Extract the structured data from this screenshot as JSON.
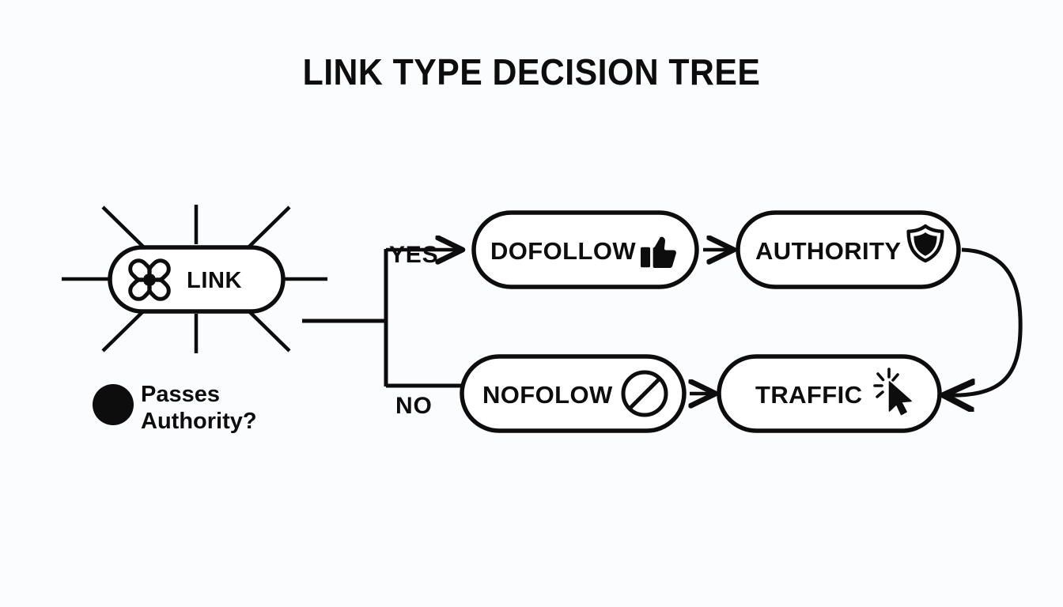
{
  "page": {
    "background_color": "#fbfcfd",
    "ink_color": "#0d0d0d",
    "title": "LINK TYPE DECISION TREE"
  },
  "diagram": {
    "type": "decision-tree",
    "root": {
      "id": "link",
      "label": "LINK",
      "icon": "chain-link-icon",
      "shape": "pill",
      "decoration": "sunburst-rays"
    },
    "question": {
      "icon": "question-mark-circle-icon",
      "line1": "Passes",
      "line2": "Authority?",
      "full_text": "Passes Authority?"
    },
    "branches": [
      {
        "id": "yes-branch",
        "label": "YES",
        "target": "dofollow"
      },
      {
        "id": "no-branch",
        "label": "NO",
        "target": "nofolow"
      }
    ],
    "nodes": [
      {
        "id": "dofollow",
        "label": "DOFOLLOW",
        "icon": "thumbs-up-icon",
        "shape": "pill",
        "row": "top"
      },
      {
        "id": "authority",
        "label": "AUTHORITY",
        "icon": "shield-icon",
        "shape": "pill",
        "row": "top"
      },
      {
        "id": "nofolow",
        "label": "NOFOLOW",
        "icon": "prohibited-icon",
        "shape": "pill",
        "row": "bottom"
      },
      {
        "id": "traffic",
        "label": "TRAFFIC",
        "icon": "click-cursor-icon",
        "shape": "pill",
        "row": "bottom"
      }
    ],
    "edges": [
      {
        "id": "edge-dofollow-authority",
        "from": "dofollow",
        "to": "authority",
        "style": "straight-arrow"
      },
      {
        "id": "edge-nofolow-traffic",
        "from": "nofolow",
        "to": "traffic",
        "style": "straight-arrow"
      },
      {
        "id": "edge-authority-traffic",
        "from": "authority",
        "to": "traffic",
        "style": "curved-arrow"
      }
    ]
  }
}
